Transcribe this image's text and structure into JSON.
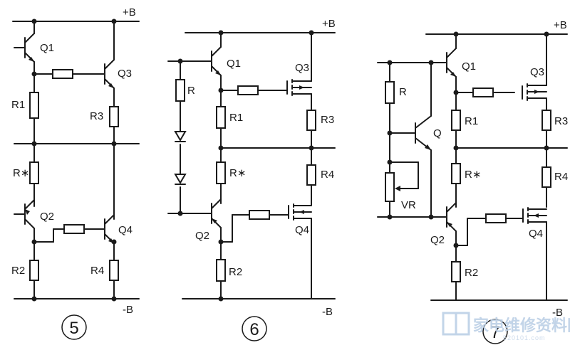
{
  "labels": {
    "plus_b": "+B",
    "minus_b": "-B",
    "q1": "Q1",
    "q2": "Q2",
    "q3": "Q3",
    "q4": "Q4",
    "q": "Q",
    "r1": "R1",
    "r2": "R2",
    "r3": "R3",
    "r4": "R4",
    "rstar": "R∗",
    "r": "R",
    "vr": "VR"
  },
  "circuits": [
    {
      "number": "5"
    },
    {
      "number": "6"
    },
    {
      "number": "7"
    }
  ],
  "watermark": {
    "site": "家电维修资料网",
    "url": "520101.com"
  }
}
